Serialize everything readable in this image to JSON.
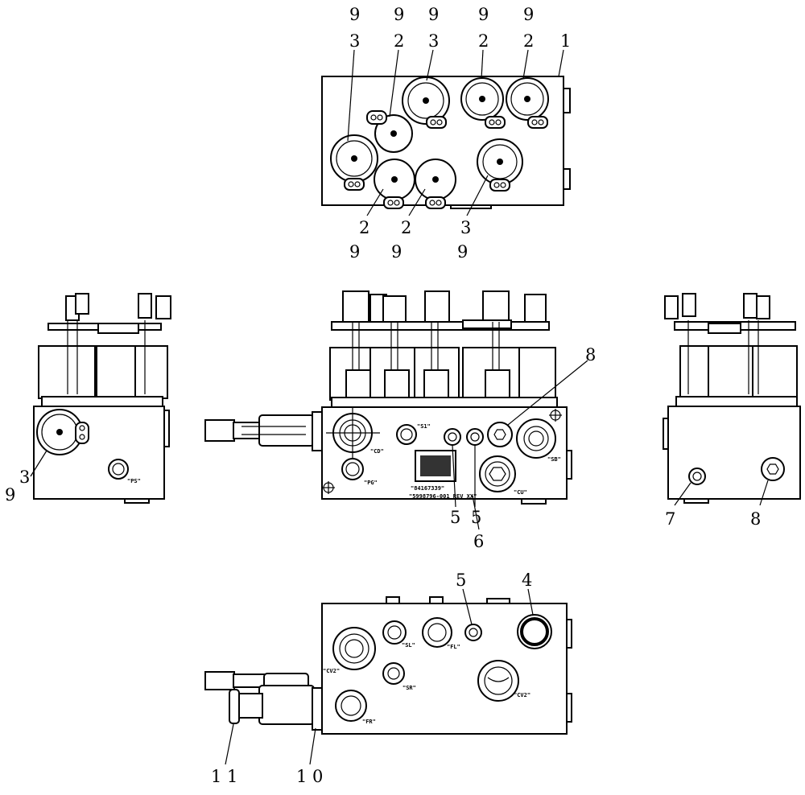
{
  "callouts": {
    "top": [
      "9",
      "3",
      "9",
      "2",
      "9",
      "3",
      "9",
      "2",
      "9",
      "2",
      "1",
      "2",
      "9",
      "2",
      "9",
      "3",
      "9"
    ],
    "left_view": [
      "3",
      "9"
    ],
    "front_view": [
      "8",
      "5",
      "5",
      "6"
    ],
    "right_view": [
      "7",
      "8"
    ],
    "bottom_view": [
      "5",
      "4",
      "1 1",
      "1 0"
    ]
  },
  "port_labels": {
    "front": {
      "s1": "\"S1\"",
      "cd": "\"CD\"",
      "pg": "\"PG\"",
      "sb": "\"SB\"",
      "cu": "\"CU\"",
      "part_no": "\"84167339\"",
      "rev": "\"5998796-001 REV XX\""
    },
    "left": {
      "ps": "\"PS\""
    },
    "bottom": {
      "sl": "\"SL\"",
      "fl": "\"FL\"",
      "cv2_left": "\"CV2\"",
      "sr": "\"SR\"",
      "fr": "\"FR\"",
      "cv2_right": "\"CV2\""
    }
  }
}
